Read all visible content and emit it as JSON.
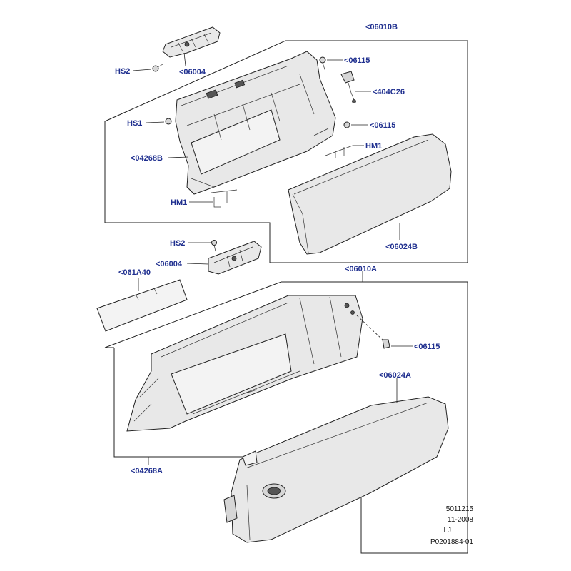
{
  "callouts": {
    "c06010B": "<06010B",
    "c06115_top": "<06115",
    "c404C26": "<404C26",
    "c06115_mid": "<06115",
    "cHM1_right": "HM1",
    "cHS2_top": "HS2",
    "c06004_top": "<06004",
    "cHS1": "HS1",
    "c04268B": "<04268B",
    "cHM1_left": "HM1",
    "c06024B": "<06024B",
    "cHS2_mid": "HS2",
    "c06004_mid": "<06004",
    "c061A40": "<061A40",
    "c06010A": "<06010A",
    "c06115_low": "<06115",
    "c06024A": "<06024A",
    "c04268A": "<04268A"
  },
  "footer": {
    "line1": "5011215",
    "line2": "11-2008",
    "line3": "LJ",
    "line4": "P0201884-01"
  },
  "colors": {
    "callout_text": "#1f2f8f",
    "line": "#222222",
    "part_fill": "#e8e8e8"
  }
}
